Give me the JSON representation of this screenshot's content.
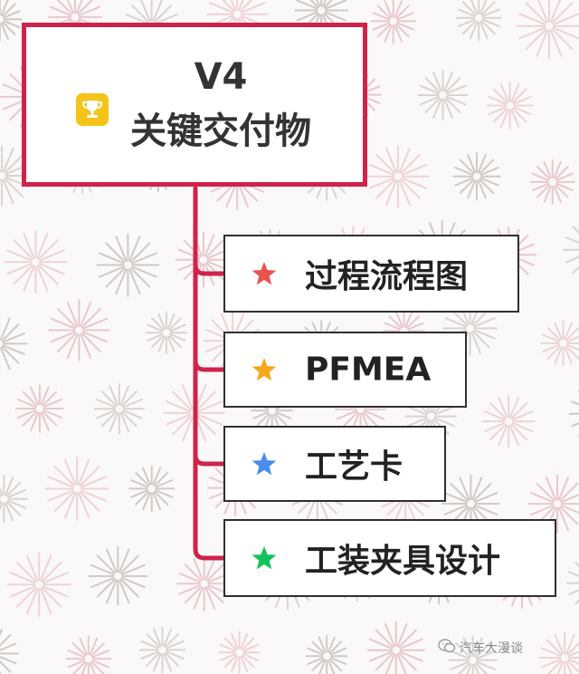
{
  "root": {
    "title": "V4",
    "subtitle": "关键交付物",
    "icon": "trophy-icon",
    "border_color": "#d0224b",
    "icon_bg": "#f4c518"
  },
  "items": [
    {
      "label": "过程流程图",
      "icon": "star-icon",
      "color": "#e8534f"
    },
    {
      "label": "PFMEA",
      "icon": "star-icon",
      "color": "#f4a81d"
    },
    {
      "label": "工艺卡",
      "icon": "star-icon",
      "color": "#4a8cf0"
    },
    {
      "label": "工装夹具设计",
      "icon": "star-icon",
      "color": "#14c25a"
    }
  ],
  "connector_color": "#d0224b",
  "watermark": {
    "text": "汽车大漫谈",
    "icon": "wechat-icon"
  }
}
